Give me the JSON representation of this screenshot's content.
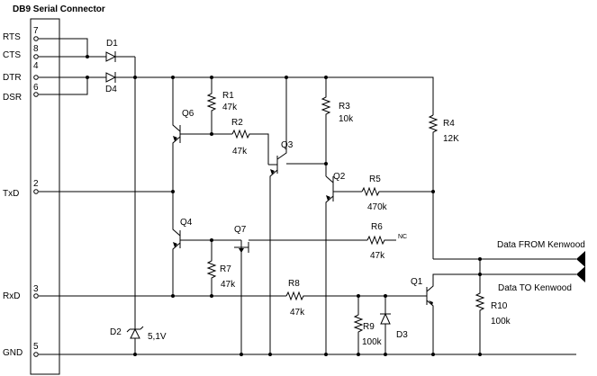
{
  "title": "DB9 Serial Connector",
  "connector": {
    "pins": [
      {
        "name": "RTS",
        "number": "7"
      },
      {
        "name": "CTS",
        "number": "8"
      },
      {
        "name": "DTR",
        "number": "4"
      },
      {
        "name": "DSR",
        "number": "6"
      },
      {
        "name": "TxD",
        "number": "2"
      },
      {
        "name": "RxD",
        "number": "3"
      },
      {
        "name": "GND",
        "number": "5"
      }
    ]
  },
  "components": {
    "d1": {
      "ref": "D1"
    },
    "d4": {
      "ref": "D4"
    },
    "d2": {
      "ref": "D2",
      "value": "5,1V"
    },
    "d3": {
      "ref": "D3"
    },
    "q6": {
      "ref": "Q6"
    },
    "q3": {
      "ref": "Q3"
    },
    "q2": {
      "ref": "Q2"
    },
    "q4": {
      "ref": "Q4"
    },
    "q7": {
      "ref": "Q7"
    },
    "q1": {
      "ref": "Q1"
    },
    "r1": {
      "ref": "R1",
      "value": "47k"
    },
    "r2": {
      "ref": "R2",
      "value": "47k"
    },
    "r3": {
      "ref": "R3",
      "value": "10k"
    },
    "r4": {
      "ref": "R4",
      "value": "12K"
    },
    "r5": {
      "ref": "R5",
      "value": "470k"
    },
    "r6": {
      "ref": "R6",
      "value": "47k",
      "note": "NC"
    },
    "r7": {
      "ref": "R7",
      "value": "47k"
    },
    "r8": {
      "ref": "R8",
      "value": "47k"
    },
    "r9": {
      "ref": "R9",
      "value": "100k"
    },
    "r10": {
      "ref": "R10",
      "value": "100k"
    }
  },
  "signals": {
    "data_from": "Data FROM Kenwood",
    "data_to": "Data TO Kenwood"
  }
}
